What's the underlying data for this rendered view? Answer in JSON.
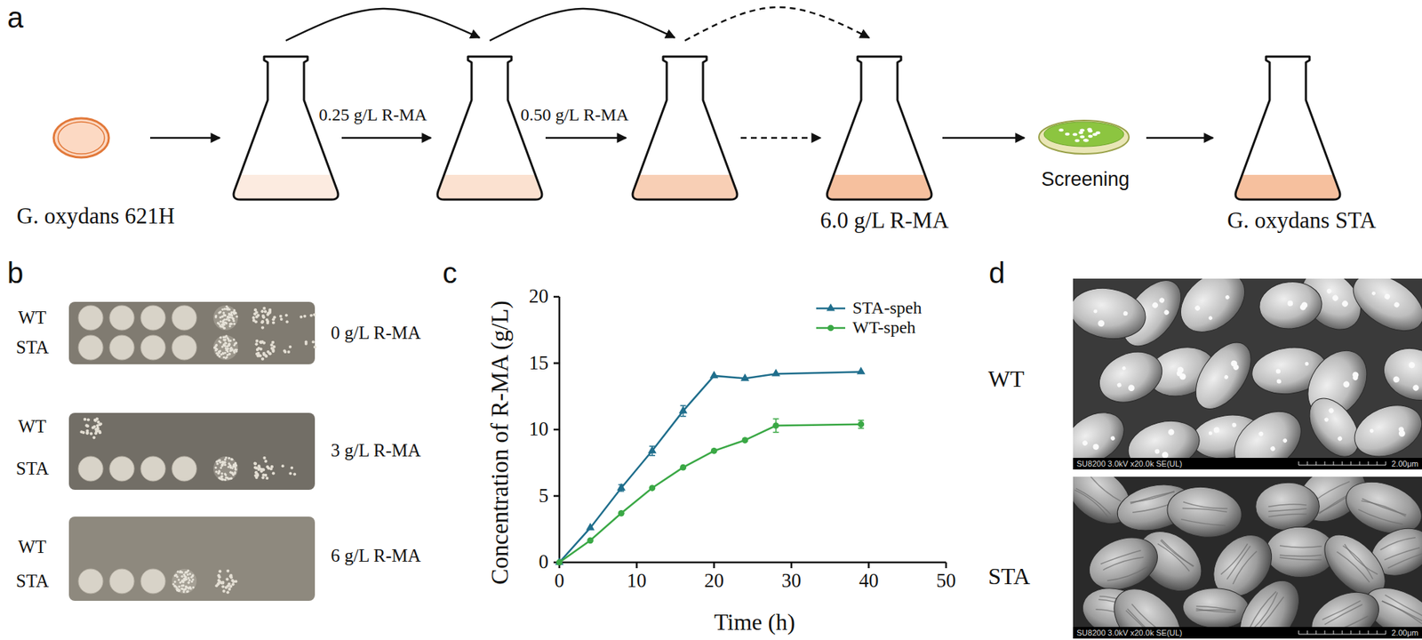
{
  "diagram": {
    "nodes": [
      {
        "text": [
          "G. oxydans 621H"
        ]
      },
      {
        "text": []
      },
      {
        "text": []
      },
      {
        "text": []
      },
      {
        "text": [
          "6.0 g/L R-MA"
        ]
      },
      {
        "text": [
          "Screening"
        ]
      },
      {
        "text": [
          "G. oxydans STA"
        ]
      }
    ],
    "edges": [
      {
        "from": 0,
        "to": 1,
        "arrow": "to"
      },
      {
        "from": 1,
        "to": 2,
        "arrow": "to",
        "label": "0.25 g/L R-MA"
      },
      {
        "from": 2,
        "to": 3,
        "arrow": "to",
        "label": "0.50 g/L R-MA"
      },
      {
        "from": 3,
        "to": 4,
        "arrow": "to"
      },
      {
        "from": 4,
        "to": 5,
        "arrow": "to"
      },
      {
        "from": 5,
        "to": 6,
        "arrow": "to"
      },
      {
        "from": 1,
        "to": 2,
        "arrow": "to"
      },
      {
        "from": 2,
        "to": 3,
        "arrow": "to"
      },
      {
        "from": 3,
        "to": 4,
        "arrow": "to"
      }
    ],
    "labels": [
      "a",
      "b",
      "WT",
      "STA",
      "0 g/L R-MA",
      "WT",
      "STA",
      "3 g/L R-MA",
      "WT",
      "STA",
      "6 g/L R-MA",
      "c",
      "0",
      "5",
      "10",
      "15",
      "20",
      "0",
      "10",
      "20",
      "30",
      "40",
      "50",
      "Concentration of R-MA (g/L)",
      "Time (h)",
      "d",
      "WT",
      "STA",
      "SU8200 3.0kV x20.0k SE(UL)",
      "2.00μm",
      "SU8200 3.0kV x20.0k SE(UL)",
      "2.00μm"
    ],
    "legend": [
      {
        "text": "STA-speh"
      },
      {
        "text": "WT-speh"
      }
    ]
  }
}
